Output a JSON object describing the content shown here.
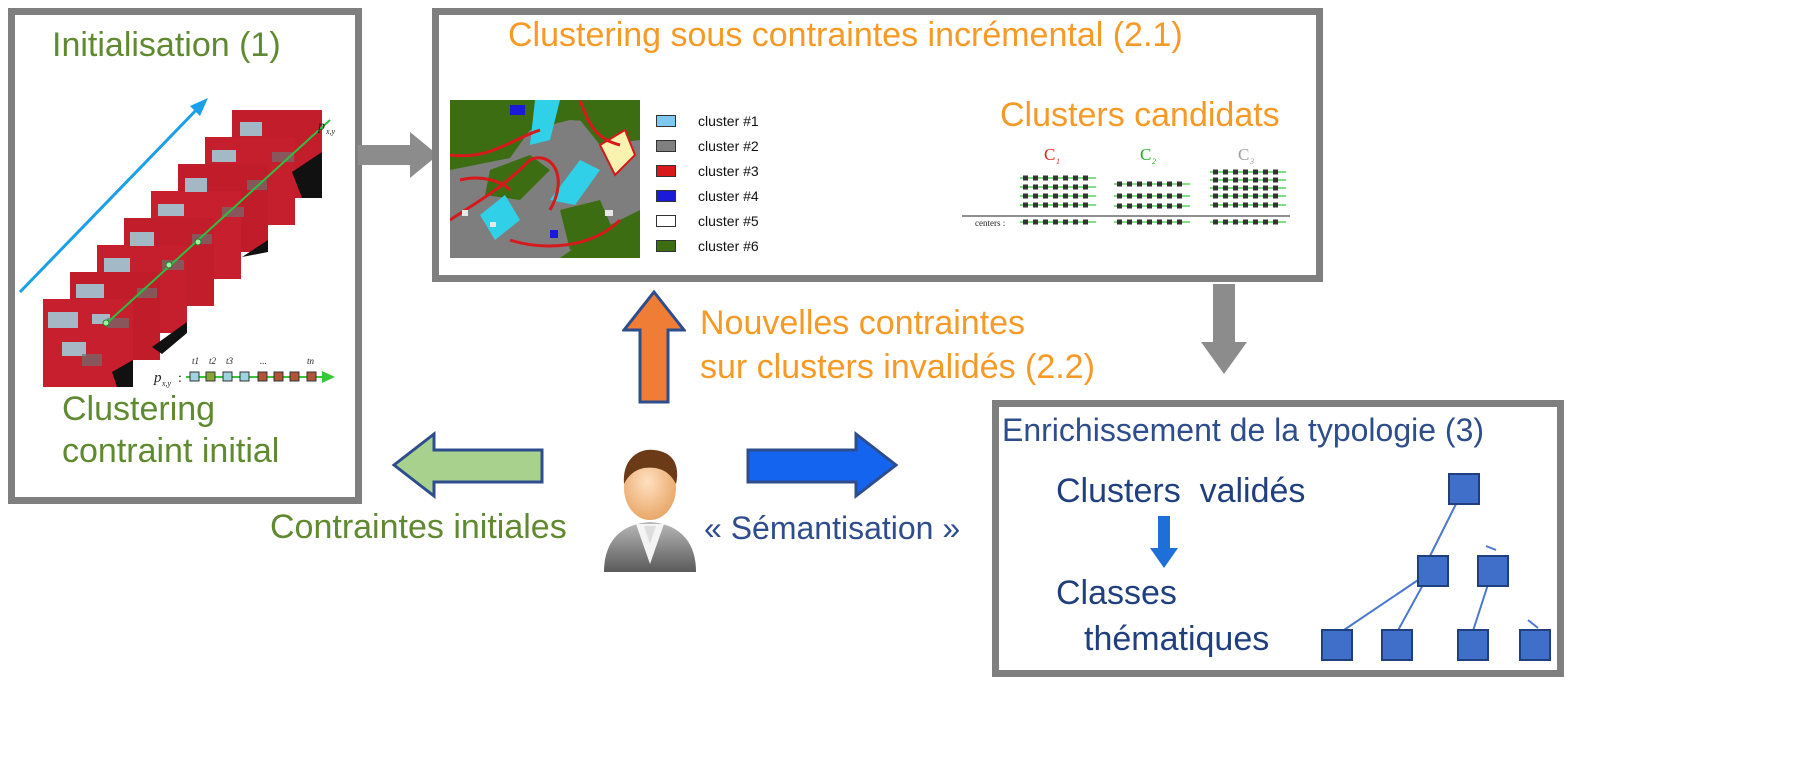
{
  "init_box": {
    "title": "Initialisation (1)",
    "footer_line1": "Clustering",
    "footer_line2": "contraint initial",
    "pixel_label": "p",
    "pixel_sub": "x,y",
    "timeline_p": "p",
    "timeline_sub": "x,y",
    "timeline_colon": ":",
    "ticks": [
      "t1",
      "t2",
      "t3",
      "...",
      "tn"
    ]
  },
  "cluster_box": {
    "title": "Clustering sous contraintes incrémental (2.1)",
    "candidates_title": "Clusters candidats",
    "legend": [
      {
        "label": "cluster #1",
        "color": "#7fc8f0"
      },
      {
        "label": "cluster #2",
        "color": "#808080"
      },
      {
        "label": "cluster #3",
        "color": "#d7191c"
      },
      {
        "label": "cluster #4",
        "color": "#1a1ad8"
      },
      {
        "label": "cluster #5",
        "color": "#ffffff"
      },
      {
        "label": "cluster #6",
        "color": "#3c6d12"
      }
    ],
    "candidates": [
      {
        "label": "C",
        "sub": "1",
        "color": "#e0281b"
      },
      {
        "label": "C",
        "sub": "2",
        "color": "#1fb01f"
      },
      {
        "label": "C",
        "sub": "3",
        "color": "#a0a0a0"
      }
    ],
    "centers_label": "centers :"
  },
  "new_constraints": {
    "line1": "Nouvelles contraintes",
    "line2": "sur clusters invalidés (2.2)"
  },
  "initial_constraints": "Contraintes initiales",
  "semantisation": "« Sémantisation »",
  "typology_box": {
    "title": "Enrichissement de la typologie (3)",
    "validated": "Clusters  validés",
    "classes_line1": "Classes",
    "classes_line2": "thématiques"
  },
  "colors": {
    "orange": "#f79a25",
    "green": "#5f8a30",
    "blue": "#2e4d8c",
    "gray_border": "#7f7f7f",
    "node_blue": "#3f6fc8"
  }
}
